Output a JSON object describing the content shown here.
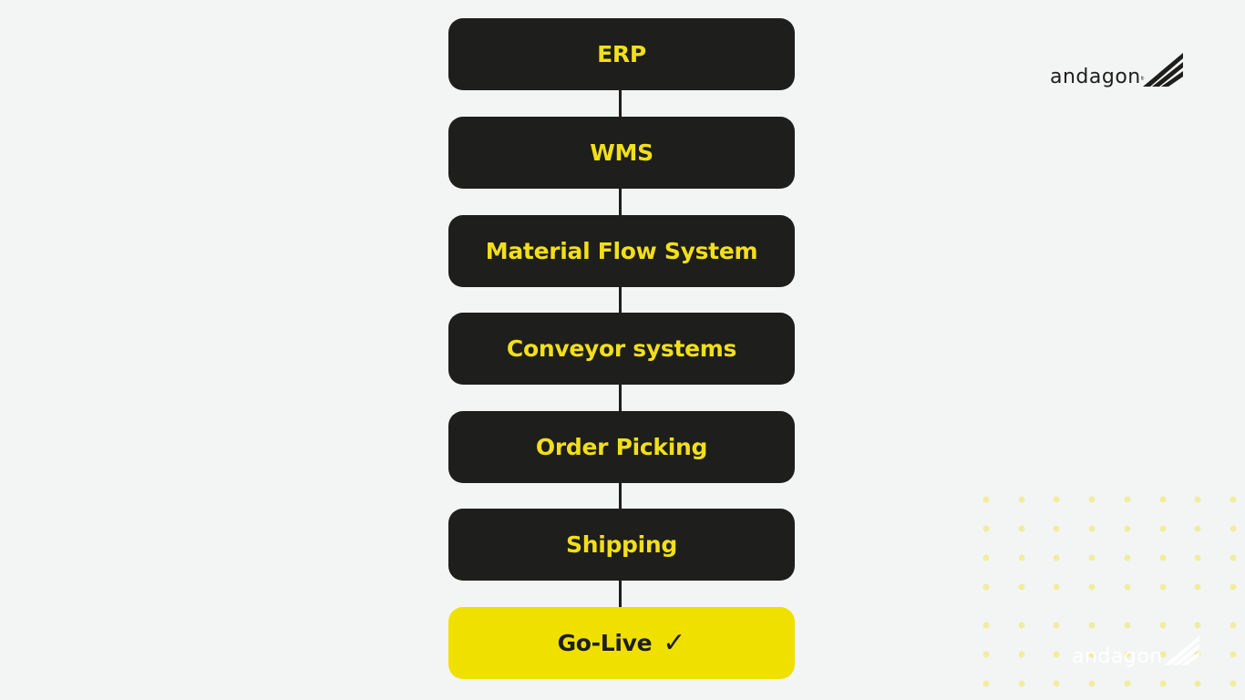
{
  "brand": {
    "name": "andagon"
  },
  "flow": {
    "steps": [
      {
        "label": "ERP"
      },
      {
        "label": "WMS"
      },
      {
        "label": "Material Flow System"
      },
      {
        "label": "Conveyor systems"
      },
      {
        "label": "Order Picking"
      },
      {
        "label": "Shipping"
      },
      {
        "label": "Go-Live",
        "check_icon": "checkmark-icon"
      }
    ]
  },
  "colors": {
    "background": "#f3f5f4",
    "step_fill": "#1e1e1c",
    "step_text": "#f1df1a",
    "final_fill": "#f0e000",
    "final_text": "#1e1e1c",
    "dot_pattern": "#f2eca0"
  }
}
